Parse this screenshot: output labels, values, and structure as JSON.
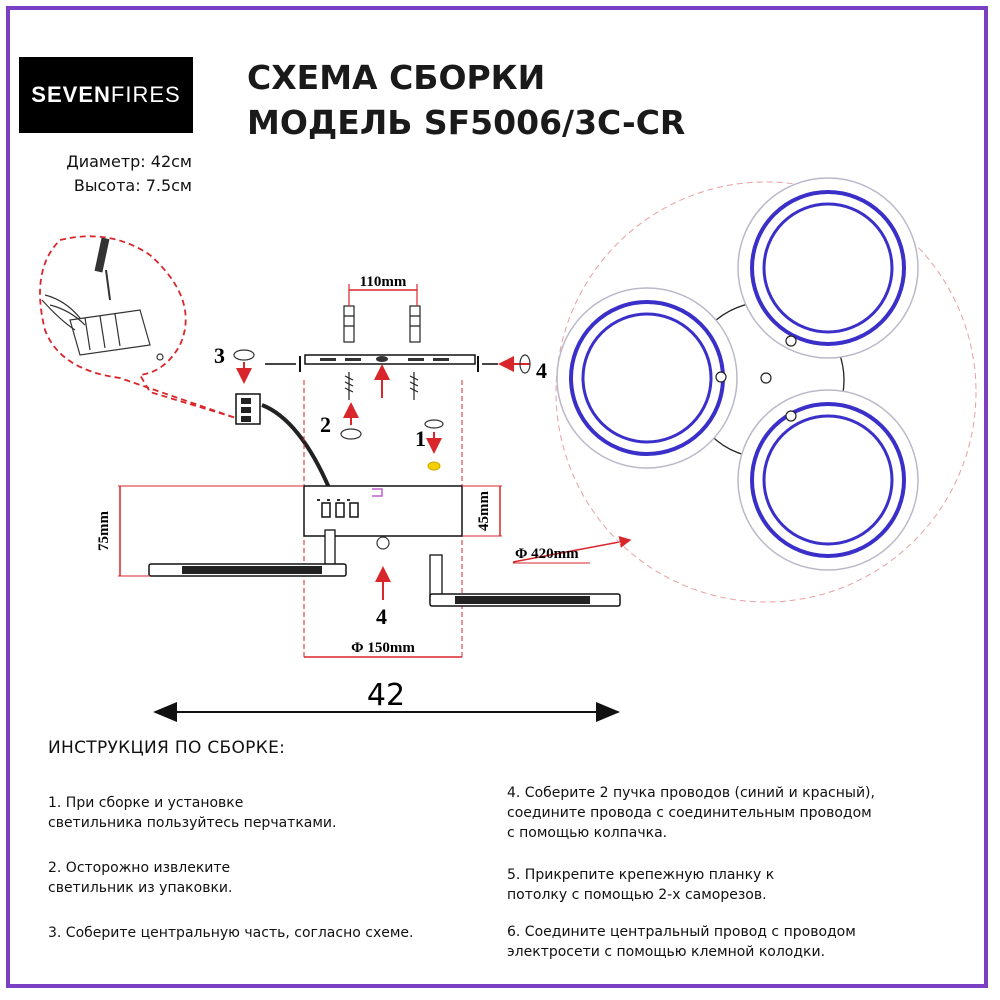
{
  "logo": {
    "bold": "SEVEN",
    "light": "FIRES"
  },
  "title": {
    "line1": "СХЕМА СБОРКИ",
    "line2": "МОДЕЛЬ SF5006/3C-CR"
  },
  "specs": {
    "diameter": "Диаметр: 42см",
    "height": "Высота: 7.5см"
  },
  "dimensions": {
    "mount_spacing": "110mm",
    "height_total": "75mm",
    "base_height": "45mm",
    "diameter_total": "Φ 420mm",
    "base_diameter": "Φ 150mm",
    "overall_width": "42"
  },
  "step_markers": {
    "m1": "1",
    "m2": "2",
    "m3": "3",
    "m4a": "4",
    "m4b": "4"
  },
  "colors": {
    "frame": "#7b3fc4",
    "dimension": "#d9262b",
    "ring": "#3a2fc8",
    "halo": "#b9b9c9"
  },
  "instructions": {
    "heading": "ИНСТРУКЦИЯ ПО СБОРКЕ:",
    "steps": [
      {
        "line1": "1. При сборке и установке",
        "line2": "светильника пользуйтесь перчатками."
      },
      {
        "line1": "2. Осторожно извлеките",
        "line2": "светильник из упаковки."
      },
      {
        "line1": "3. Соберите центральную часть, согласно схеме.",
        "line2": ""
      },
      {
        "line1": "4. Соберите 2 пучка проводов (синий и красный),",
        "line2": "соедините провода с соединительным проводом",
        "line3": "с помощью колпачка."
      },
      {
        "line1": "5. Прикрепите крепежную планку к",
        "line2": "потолку с помощью 2-х саморезов."
      },
      {
        "line1": "6. Соедините центральный провод с проводом",
        "line2": "электросети с помощью клемной колодки."
      }
    ]
  }
}
